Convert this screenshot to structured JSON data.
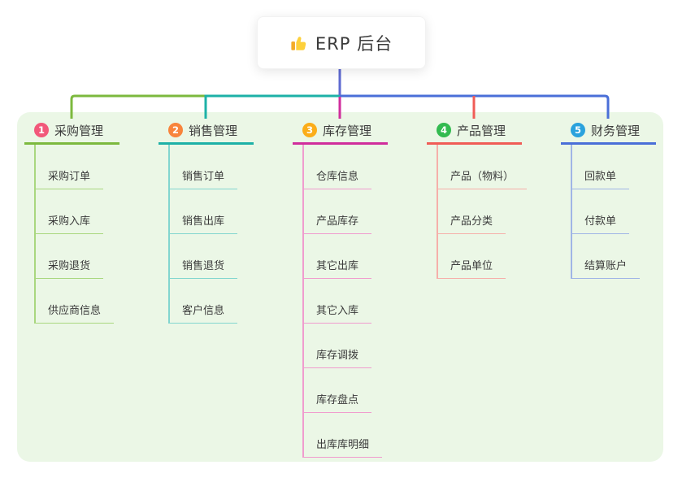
{
  "root_node": {
    "label": "ERP 后台",
    "icon": "thumbs-up-icon"
  },
  "colors": {
    "canvas_bg": "#ffffff",
    "panel_bg": "#ebf7e6",
    "trunk": "#5e6ad1",
    "text": "#3b3b3b"
  },
  "branches": [
    {
      "num": "1",
      "label": "采购管理",
      "color": "#7cb93e",
      "light_color": "#a9d77f",
      "badge_color": "#f2587a",
      "items": [
        "采购订单",
        "采购入库",
        "采购退货",
        "供应商信息"
      ]
    },
    {
      "num": "2",
      "label": "销售管理",
      "color": "#1db1a7",
      "light_color": "#82d6cf",
      "badge_color": "#f8843c",
      "items": [
        "销售订单",
        "销售出库",
        "销售退货",
        "客户信息"
      ]
    },
    {
      "num": "3",
      "label": "库存管理",
      "color": "#d02d9c",
      "light_color": "#f09cce",
      "badge_color": "#fbad19",
      "items": [
        "仓库信息",
        "产品库存",
        "其它出库",
        "其它入库",
        "库存调拨",
        "库存盘点",
        "出库库明细"
      ]
    },
    {
      "num": "4",
      "label": "产品管理",
      "color": "#f05c56",
      "light_color": "#f6afaa",
      "badge_color": "#33bb50",
      "items": [
        "产品（物料）",
        "产品分类",
        "产品单位"
      ]
    },
    {
      "num": "5",
      "label": "财务管理",
      "color": "#4a6fd8",
      "light_color": "#a0b5e6",
      "badge_color": "#2aa2dd",
      "items": [
        "回款单",
        "付款单",
        "结算账户"
      ]
    }
  ]
}
